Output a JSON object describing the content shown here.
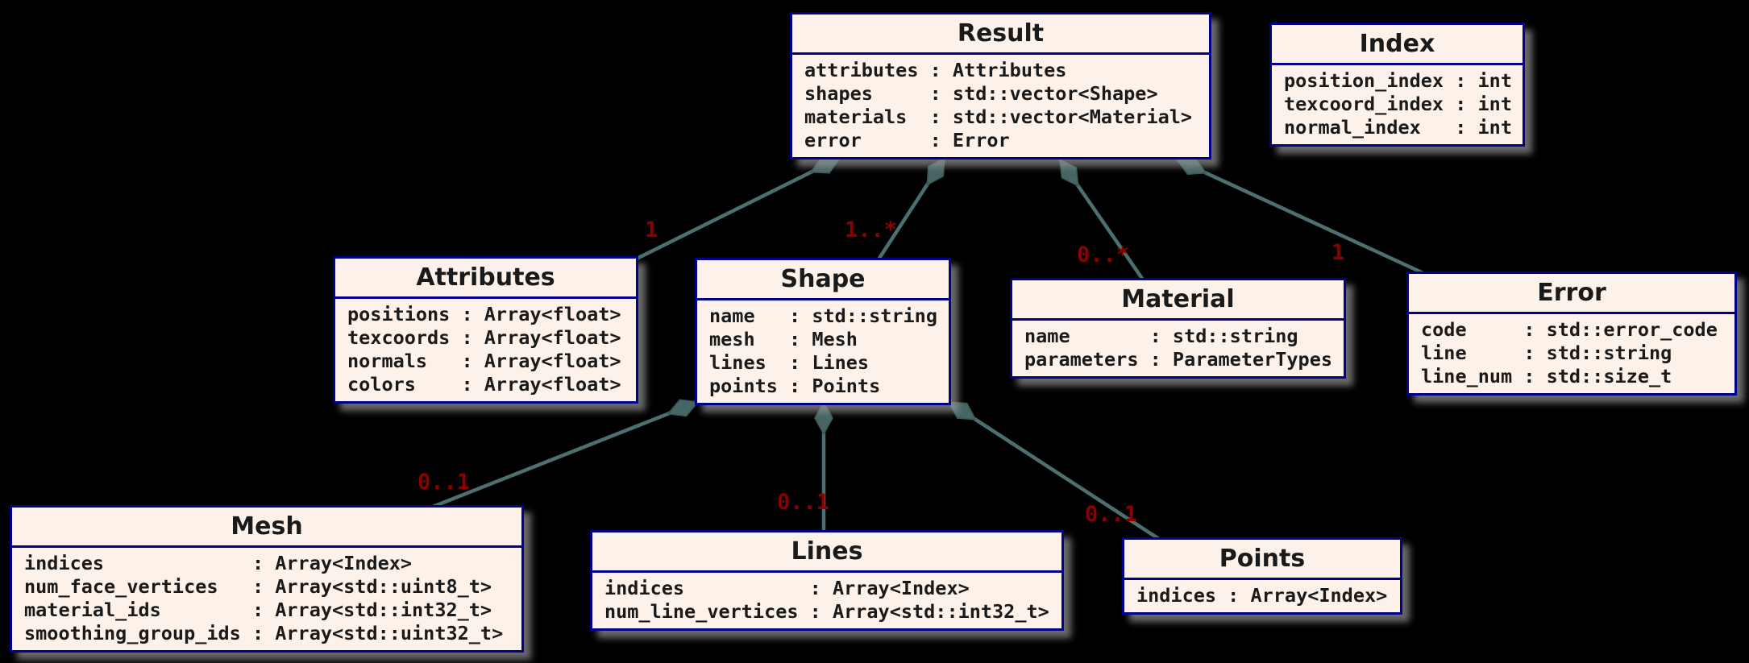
{
  "diagram_type": "uml-class-diagram",
  "palette": {
    "background": "#000000",
    "box_fill": "#FCF2EA",
    "box_border": "#00008B",
    "box_text": "#1A1A1A",
    "connector": "#4C7070",
    "diamond_fill": "#466565",
    "multiplicity_label": "#8B0000",
    "shadow": "#969696"
  },
  "classes": {
    "result": {
      "title": "Result",
      "members": [
        "attributes : Attributes",
        "shapes     : std::vector<Shape>",
        "materials  : std::vector<Material>",
        "error      : Error"
      ]
    },
    "index": {
      "title": "Index",
      "members": [
        "position_index : int",
        "texcoord_index : int",
        "normal_index   : int"
      ]
    },
    "attributes": {
      "title": "Attributes",
      "members": [
        "positions : Array<float>",
        "texcoords : Array<float>",
        "normals   : Array<float>",
        "colors    : Array<float>"
      ]
    },
    "shape": {
      "title": "Shape",
      "members": [
        "name   : std::string",
        "mesh   : Mesh",
        "lines  : Lines",
        "points : Points"
      ]
    },
    "material": {
      "title": "Material",
      "members": [
        "name       : std::string",
        "parameters : ParameterTypes"
      ]
    },
    "error": {
      "title": "Error",
      "members": [
        "code     : std::error_code",
        "line     : std::string",
        "line_num : std::size_t"
      ]
    },
    "mesh": {
      "title": "Mesh",
      "members": [
        "indices             : Array<Index>",
        "num_face_vertices   : Array<std::uint8_t>",
        "material_ids        : Array<std::int32_t>",
        "smoothing_group_ids : Array<std::uint32_t>"
      ]
    },
    "lines": {
      "title": "Lines",
      "members": [
        "indices           : Array<Index>",
        "num_line_vertices : Array<std::int32_t>"
      ]
    },
    "points": {
      "title": "Points",
      "members": [
        "indices : Array<Index>"
      ]
    }
  },
  "relations": [
    {
      "from": "Result",
      "to": "Attributes",
      "type": "composition",
      "label": "1"
    },
    {
      "from": "Result",
      "to": "Shape",
      "type": "composition",
      "label": "1..*"
    },
    {
      "from": "Result",
      "to": "Material",
      "type": "composition",
      "label": "0..*"
    },
    {
      "from": "Result",
      "to": "Error",
      "type": "composition",
      "label": "1"
    },
    {
      "from": "Shape",
      "to": "Mesh",
      "type": "composition",
      "label": "0..1"
    },
    {
      "from": "Shape",
      "to": "Lines",
      "type": "composition",
      "label": "0..1"
    },
    {
      "from": "Shape",
      "to": "Points",
      "type": "composition",
      "label": "0..1"
    }
  ]
}
